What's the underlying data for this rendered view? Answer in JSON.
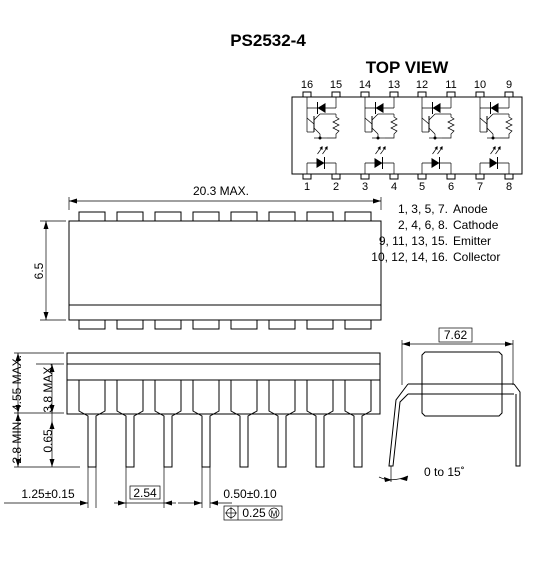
{
  "title": "PS2532-4",
  "top_view": {
    "heading": "TOP VIEW",
    "top_pins": [
      "16",
      "15",
      "14",
      "13",
      "12",
      "11",
      "10",
      "9"
    ],
    "bottom_pins": [
      "1",
      "2",
      "3",
      "4",
      "5",
      "6",
      "7",
      "8"
    ]
  },
  "pin_legend": [
    {
      "pins": "1,   3,   5,   7.",
      "name": "Anode"
    },
    {
      "pins": "2,   4,   6,   8.",
      "name": "Cathode"
    },
    {
      "pins": "9, 11, 13, 15.",
      "name": "Emitter"
    },
    {
      "pins": "10, 12, 14, 16.",
      "name": "Collector"
    }
  ],
  "dimensions": {
    "length_max": "20.3 MAX.",
    "body_width": "6.5",
    "total_height_max": "4.55 MAX.",
    "body_height_max": "3.8 MAX.",
    "lead_min": "2.8 MIN.",
    "standoff": "0.65",
    "first_pin_offset": "1.25±0.15",
    "pitch": "2.54",
    "lead_width": "0.50±0.10",
    "position_tolerance": "0.25",
    "tolerance_modifier": "M",
    "row_spacing": "7.62",
    "lead_angle": "0 to 15˚"
  }
}
